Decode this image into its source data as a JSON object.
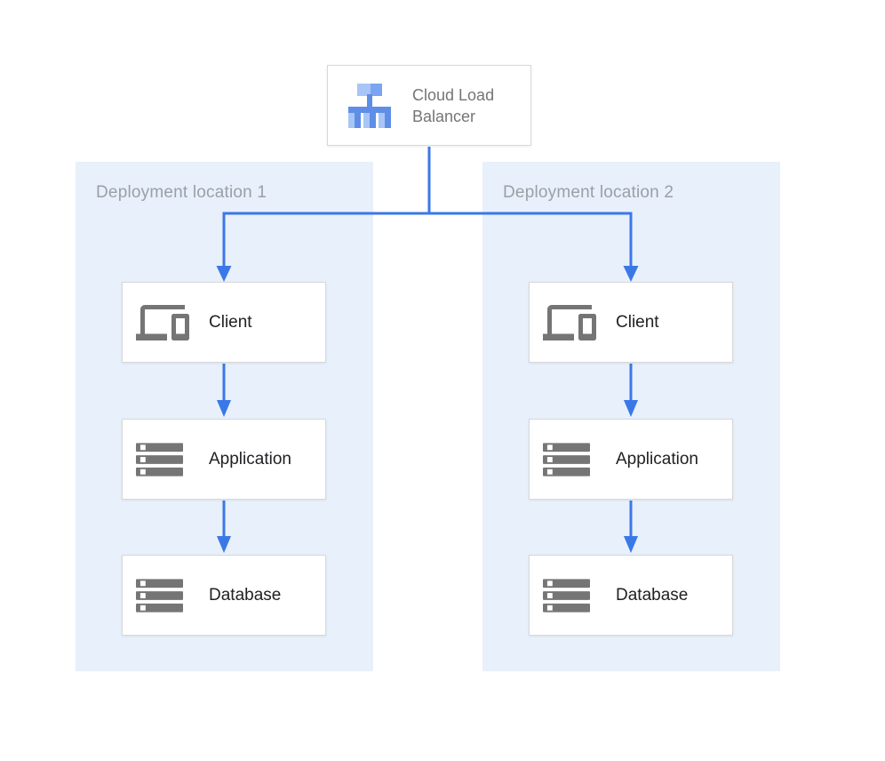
{
  "colors": {
    "arrow": "#3B78E7",
    "region_fill": "#E8F0FB",
    "box_border": "#D8D8D8",
    "icon_gray": "#757575",
    "node_label": "#202124",
    "region_label": "#9AA0A6",
    "lb_label": "#757575",
    "lb_icon_light": "#A8C5F7",
    "lb_icon_mid": "#7BA4F2",
    "lb_icon_deep": "#5F8EE8"
  },
  "load_balancer": {
    "label_line1": "Cloud Load",
    "label_line2": "Balancer",
    "icon": "load-balancer-icon"
  },
  "regions": [
    {
      "label": "Deployment location 1",
      "nodes": [
        {
          "label": "Client",
          "icon": "devices-icon"
        },
        {
          "label": "Application",
          "icon": "server-stack-icon"
        },
        {
          "label": "Database",
          "icon": "server-stack-icon"
        }
      ]
    },
    {
      "label": "Deployment location 2",
      "nodes": [
        {
          "label": "Client",
          "icon": "devices-icon"
        },
        {
          "label": "Application",
          "icon": "server-stack-icon"
        },
        {
          "label": "Database",
          "icon": "server-stack-icon"
        }
      ]
    }
  ]
}
